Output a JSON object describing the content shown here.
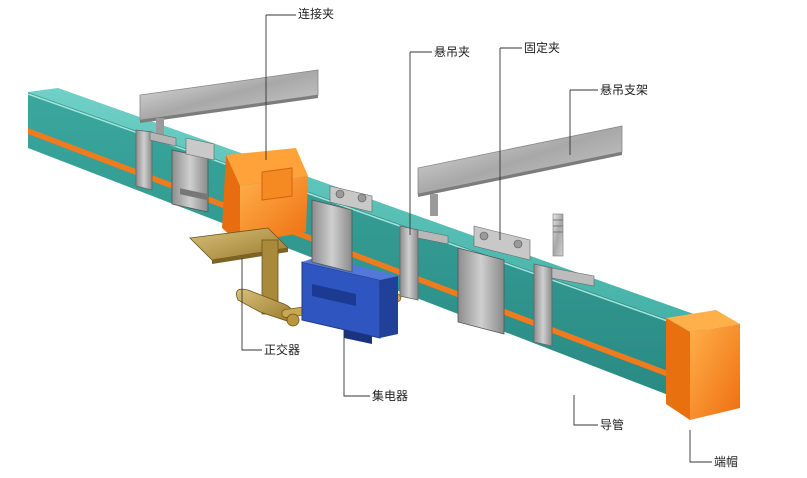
{
  "labels": {
    "connector_clamp": "连接夹",
    "suspension_clamp": "悬吊夹",
    "fixed_clamp": "固定夹",
    "suspension_bracket": "悬吊支架",
    "orthogonal_connector": "正交器",
    "collector": "集电器",
    "conduit": "导管",
    "end_cap": "端帽"
  },
  "colors": {
    "rail_top": "#4fbfb4",
    "rail_side": "#2f9a93",
    "stripe": "#f07a1e",
    "cap": "#f5871c",
    "collector": "#2d4fb0",
    "steel": "#a9a9a9"
  }
}
